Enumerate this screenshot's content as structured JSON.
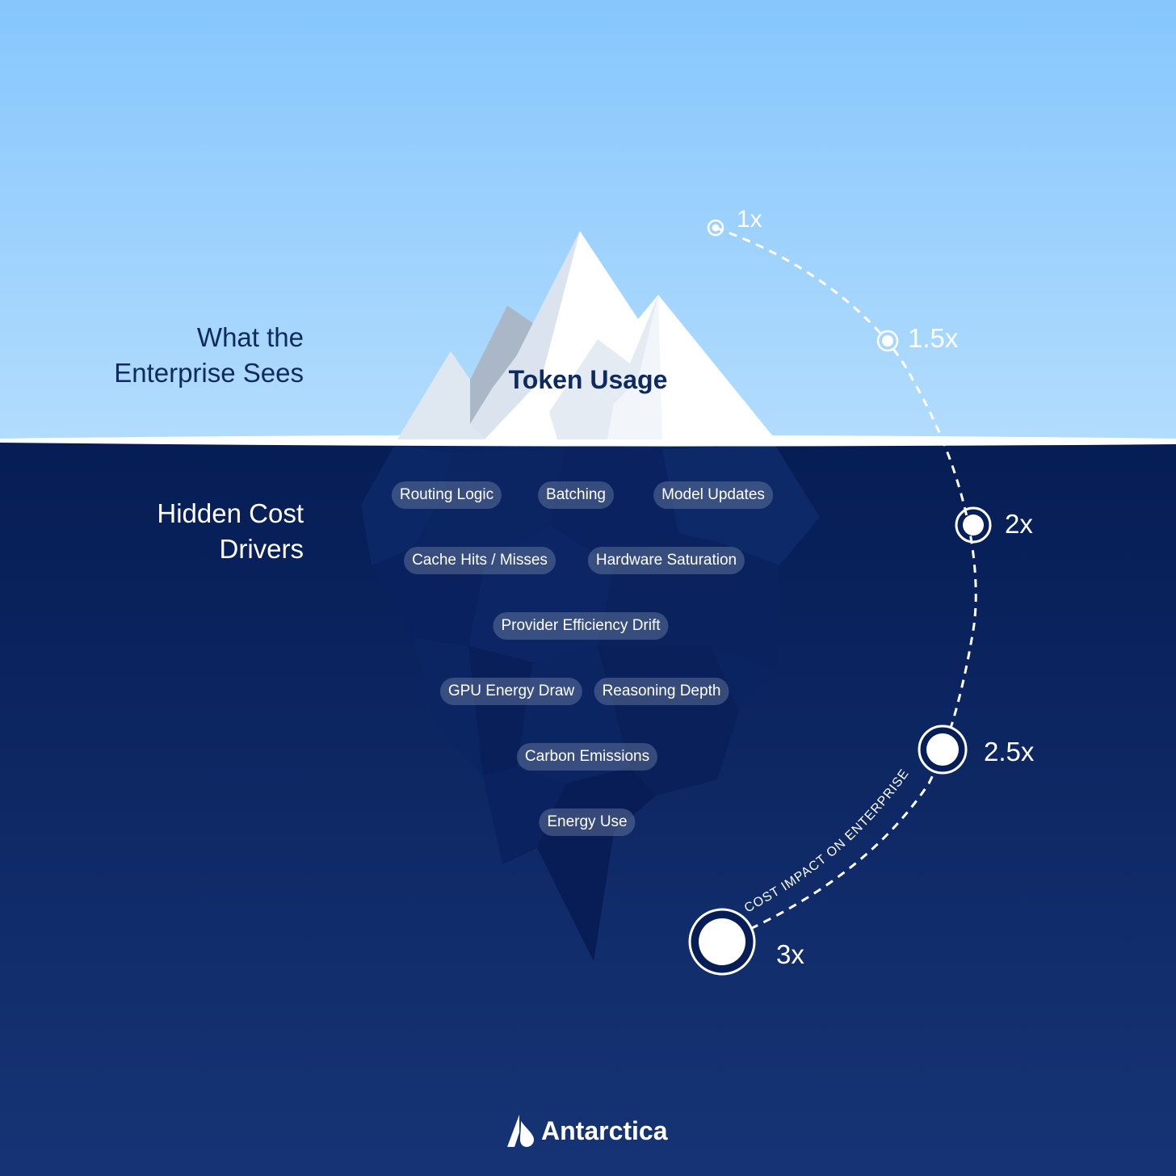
{
  "labels": {
    "above": [
      "What the",
      "Enterprise Sees"
    ],
    "below": [
      "Hidden Cost",
      "Drivers"
    ],
    "peak": "Token Usage"
  },
  "drivers": [
    "Routing Logic",
    "Batching",
    "Model Updates",
    "Cache Hits / Misses",
    "Hardware Saturation",
    "Provider Efficiency Drift",
    "GPU Energy Draw",
    "Reasoning Depth",
    "Carbon Emissions",
    "Energy Use"
  ],
  "scale": {
    "caption": "COST IMPACT ON ENTERPRISE",
    "points": [
      "1x",
      "1.5x",
      "2x",
      "2.5x",
      "3x"
    ]
  },
  "brand": {
    "name": "Antarctica",
    "icon": "antarctica-logo-icon"
  },
  "colors": {
    "sky_top": "#86c6fd",
    "sky_bottom": "#b2dcfd",
    "water_top": "#061d55",
    "water_bottom": "#163475",
    "label_dark": "#0e2a5e",
    "pill_bg": "#5a6b95"
  }
}
